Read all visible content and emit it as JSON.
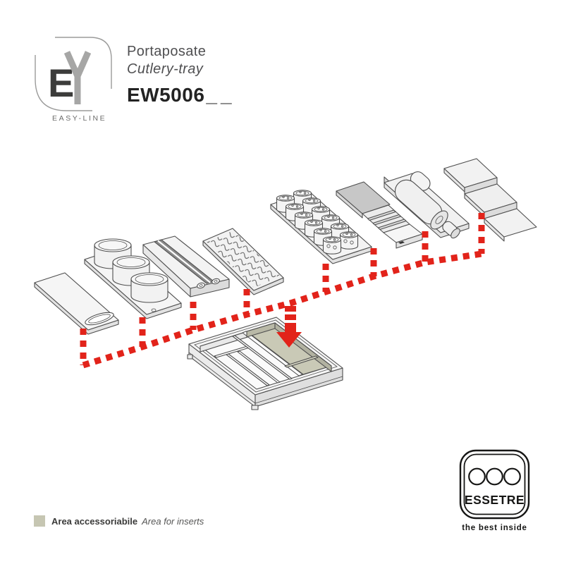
{
  "brand": {
    "logo_letter_e": "E",
    "logo_letter_y": "Y",
    "line_label": "EASY-LINE"
  },
  "product": {
    "name_it": "Portaposate",
    "name_en": "Cutlery-tray",
    "code": "EW5006",
    "code_suffix": "__"
  },
  "legend": {
    "swatch_color": "#c6c6b2",
    "label_it": "Area accessoriabile",
    "label_en": "Area for inserts"
  },
  "footer_logo": {
    "name": "ESSETRE",
    "tagline": "the best inside"
  },
  "illustration": {
    "connector_color": "#e2231a",
    "insert_area_color": "#c9c9b6",
    "items": [
      "flat-board-insert",
      "round-containers-insert",
      "film-dispenser-insert",
      "wavy-trivet-insert",
      "spice-jars-insert",
      "knife-block-insert",
      "roll-holder-insert",
      "stepped-shelf-insert",
      "cutlery-tray"
    ]
  }
}
